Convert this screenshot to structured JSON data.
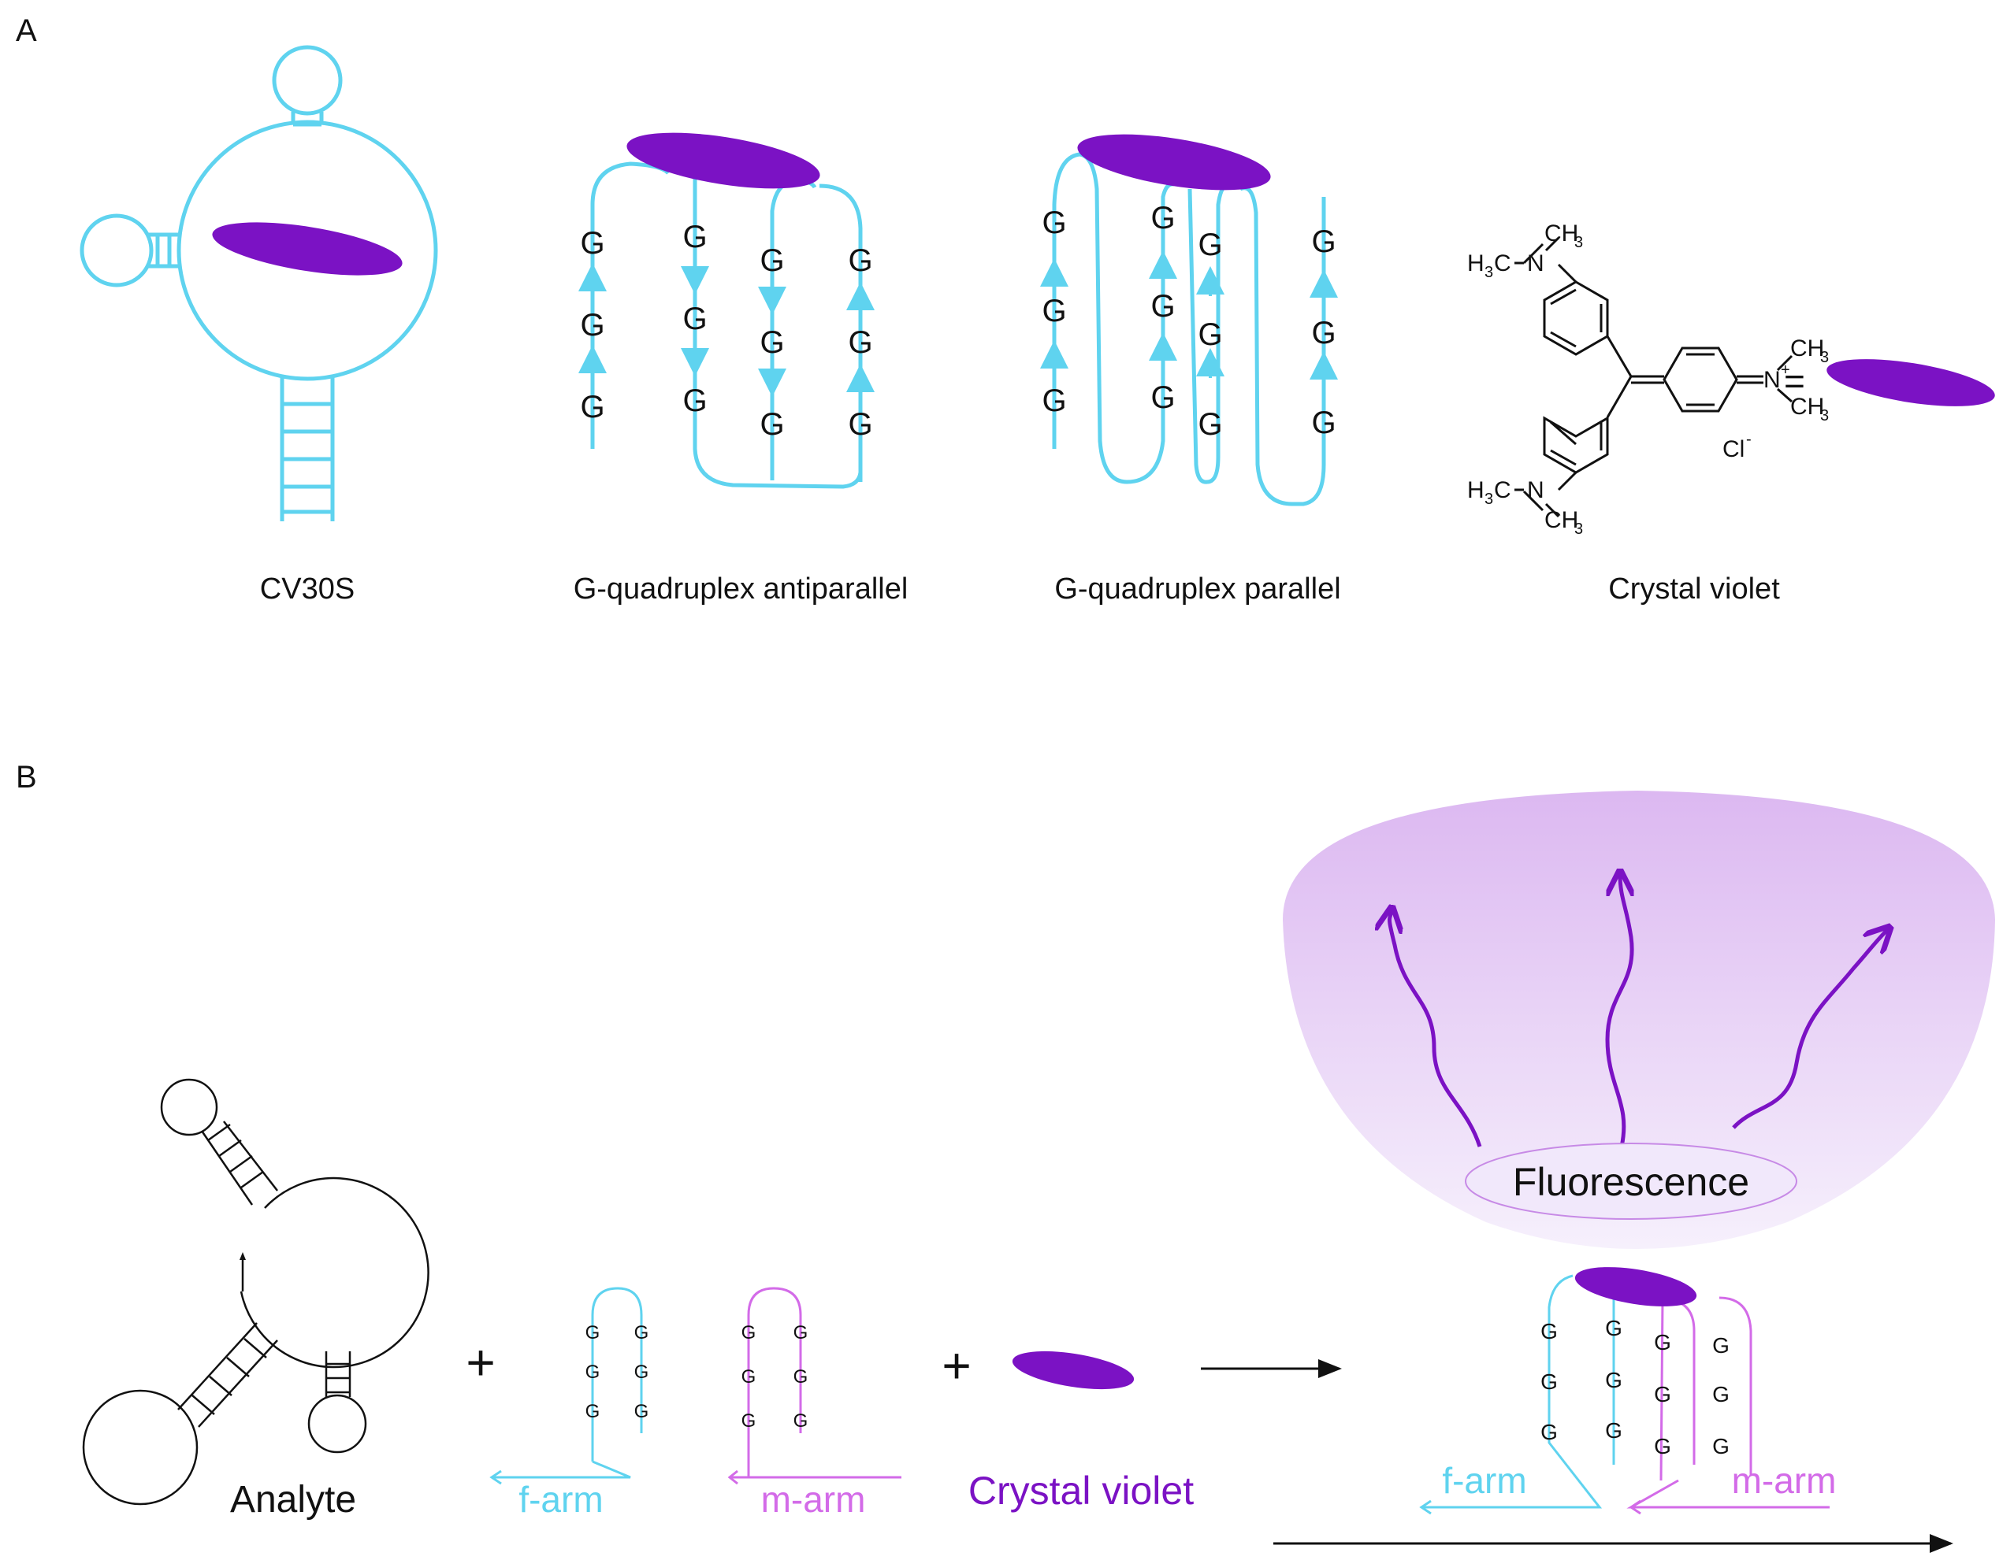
{
  "colors": {
    "cyan": "#5fd3ef",
    "violet": "#7b12c4",
    "magenta": "#d36be8",
    "black": "#111111",
    "glow": "#d9b6f0"
  },
  "panelA": {
    "label": "A",
    "captions": {
      "cv30s": "CV30S",
      "antiparallel": "G-quadruplex antiparallel",
      "parallel": "G-quadruplex parallel",
      "crystal_violet": "Crystal violet"
    },
    "g": "G",
    "chem": {
      "h3c": "H",
      "three": "3",
      "c": "C",
      "n": "N",
      "ch": "CH",
      "plus": "+",
      "cl": "Cl",
      "minus": "-",
      "equals": "="
    }
  },
  "panelB": {
    "label": "B",
    "plus": "+",
    "analyte": "Analyte",
    "f_arm": "f-arm",
    "m_arm": "m-arm",
    "crystal_violet": "Crystal violet",
    "fluorescence": "Fluorescence",
    "g": "G"
  }
}
